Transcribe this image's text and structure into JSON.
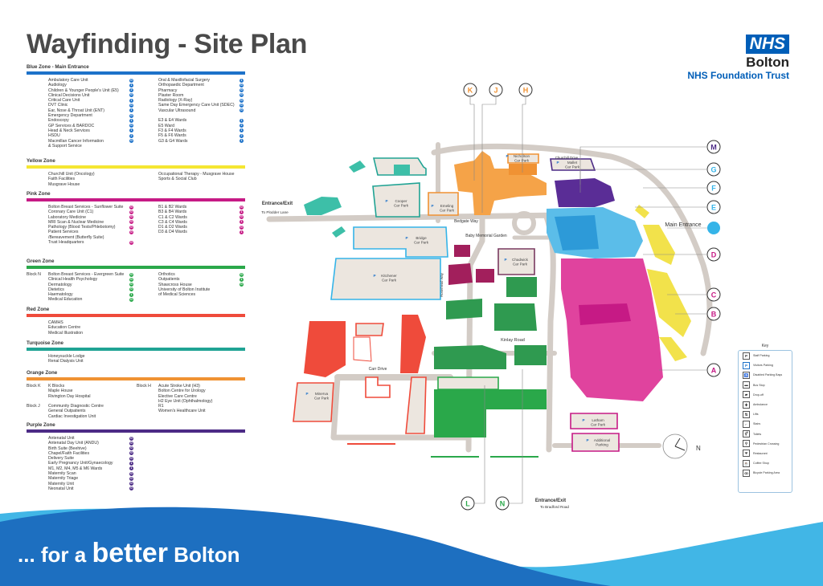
{
  "title": "Wayfinding - Site Plan",
  "logo": {
    "nhs": "NHS",
    "org": "Bolton",
    "trust": "NHS Foundation Trust"
  },
  "colors": {
    "blue": "#1d72c9",
    "yellow": "#f5e632",
    "pink": "#c61a85",
    "green": "#2aa84a",
    "red": "#ef4b3b",
    "turquoise": "#20a394",
    "orange": "#f09233",
    "purple": "#4c2b86",
    "cyan": "#35b4e8"
  },
  "zones": [
    {
      "key": "blue",
      "name": "Blue Zone - Main Entrance",
      "color": "#1d72c9",
      "col1": [
        {
          "t": "Ambulatory Care Unit",
          "f": "G"
        },
        {
          "t": "Audiology",
          "f": "1"
        },
        {
          "t": "Children & Younger People's Unit (E5)",
          "f": "2"
        },
        {
          "t": "Clinical Decisions Unit",
          "f": "G"
        },
        {
          "t": "Critical Care Unit",
          "f": "1"
        },
        {
          "t": "DVT Clinic",
          "f": "G"
        },
        {
          "t": "Ear, Nose & Throat Unit (ENT)",
          "f": "1"
        },
        {
          "t": "Emergency Department",
          "f": "G"
        },
        {
          "t": "Endoscopy",
          "f": "1"
        },
        {
          "t": "GP Services & BARDOC",
          "f": "G"
        },
        {
          "t": "Head & Neck Services",
          "f": "1"
        },
        {
          "t": "HSDU",
          "f": "2"
        },
        {
          "t": "Macmillan Cancer Information",
          "f": "G"
        },
        {
          "t": " & Support Service",
          "f": ""
        }
      ],
      "col2": [
        {
          "t": "Oral & Maxillofacial Surgery",
          "f": "1"
        },
        {
          "t": "Orthopaedic Department",
          "f": "G"
        },
        {
          "t": "Pharmacy",
          "f": "G"
        },
        {
          "t": "Plaster Room",
          "f": "G"
        },
        {
          "t": "Radiology (X-Ray)",
          "f": "G"
        },
        {
          "t": "Same Day Emergency Care Unit (SDEC)",
          "f": "G"
        },
        {
          "t": "Vascular Ultrasound",
          "f": "G"
        },
        {
          "t": "",
          "f": ""
        },
        {
          "t": "E3 & E4 Wards",
          "f": "1"
        },
        {
          "t": "E5 Ward",
          "f": "2"
        },
        {
          "t": "F3 & F4 Wards",
          "f": "1"
        },
        {
          "t": "F5 & F6 Wards",
          "f": "2"
        },
        {
          "t": "G3 & G4 Wards",
          "f": "1"
        }
      ]
    },
    {
      "key": "yellow",
      "name": "Yellow Zone",
      "color": "#f5e632",
      "col1": [
        {
          "t": "Churchill Unit (Oncology)",
          "f": ""
        },
        {
          "t": "Faith Facilities",
          "f": ""
        },
        {
          "t": "Musgrave House",
          "f": ""
        }
      ],
      "col2": [
        {
          "t": "Occupational Therapy - Musgrave House",
          "f": ""
        },
        {
          "t": "Sports & Social Club",
          "f": ""
        }
      ]
    },
    {
      "key": "pink",
      "name": "Pink Zone",
      "color": "#c61a85",
      "col1": [
        {
          "t": "Bolton Breast Services - Sunflower Suite",
          "f": "G"
        },
        {
          "t": "Coronary Care Unit (C1)",
          "f": "G"
        },
        {
          "t": "Laboratory Medicine",
          "f": "G"
        },
        {
          "t": "MRI Scan & Nuclear Medicine",
          "f": "G"
        },
        {
          "t": "Pathology (Blood Tests/Phlebotomy)",
          "f": "G"
        },
        {
          "t": "Patient Services",
          "f": "G"
        },
        {
          "t": " /Bereavement (Butterfly Suite)",
          "f": ""
        },
        {
          "t": "Trust Headquarters",
          "f": "G"
        }
      ],
      "col2": [
        {
          "t": "B1 & B2 Wards",
          "f": "G"
        },
        {
          "t": "B3 & B4 Wards",
          "f": "1"
        },
        {
          "t": "C1 & C2 Wards",
          "f": "G"
        },
        {
          "t": "C3 & C4 Wards",
          "f": "1"
        },
        {
          "t": "D1 & D2 Wards",
          "f": "G"
        },
        {
          "t": "D3 & D4 Wards",
          "f": "1"
        }
      ]
    },
    {
      "key": "green",
      "name": "Green Zone",
      "color": "#2aa84a",
      "col1": [
        {
          "b": "Block N",
          "t": "Bolton Breast Services - Evergreen Suite",
          "f": "G"
        },
        {
          "t": "Clinical Health Psychology",
          "f": "G"
        },
        {
          "t": "Dermatology",
          "f": "G"
        },
        {
          "t": "Dietetics",
          "f": "G"
        },
        {
          "t": "Haematology",
          "f": "1"
        },
        {
          "t": "Medical Education",
          "f": "G"
        }
      ],
      "col2": [
        {
          "t": "Orthotics",
          "f": "G"
        },
        {
          "t": "Outpatients",
          "f": "1"
        },
        {
          "t": "Shawcross House",
          "f": "G"
        },
        {
          "t": "University of Bolton Institute",
          "f": ""
        },
        {
          "t": " of Medical Sciences",
          "f": ""
        }
      ]
    },
    {
      "key": "red",
      "name": "Red Zone",
      "color": "#ef4b3b",
      "col1": [
        {
          "t": "CAMHS",
          "f": ""
        },
        {
          "t": "Education Centre",
          "f": ""
        },
        {
          "t": "Medical Illustration",
          "f": ""
        }
      ],
      "col2": []
    },
    {
      "key": "turquoise",
      "name": "Turquoise Zone",
      "color": "#20a394",
      "col1": [
        {
          "t": "Honeysuckle Lodge",
          "f": ""
        },
        {
          "t": "Renal Dialysis Unit",
          "f": ""
        }
      ],
      "col2": []
    },
    {
      "key": "orange",
      "name": "Orange Zone",
      "color": "#f09233",
      "col1": [
        {
          "b": "Block K",
          "t": "K Blocks",
          "f": ""
        },
        {
          "t": "Maple House",
          "f": ""
        },
        {
          "t": "Rivington Day Hospital",
          "f": ""
        },
        {
          "t": "",
          "f": ""
        },
        {
          "b": "Block J",
          "t": "Community Diagnostic Centre",
          "f": ""
        },
        {
          "t": "General Outpatients",
          "f": ""
        },
        {
          "t": "Cardiac Investigation Unit",
          "f": ""
        }
      ],
      "col2": [
        {
          "b": "Block H",
          "t": "Acute Stroke Unit (H3)",
          "f": ""
        },
        {
          "t": "Bolton Centre for Urology",
          "f": ""
        },
        {
          "t": "Elective Care Centre",
          "f": ""
        },
        {
          "t": "H2 Eye Unit (Ophthalmology)",
          "f": ""
        },
        {
          "t": "R1",
          "f": ""
        },
        {
          "t": "Women's Healthcare Unit",
          "f": ""
        }
      ]
    },
    {
      "key": "purple",
      "name": "Purple Zone",
      "color": "#4c2b86",
      "col1": [
        {
          "t": "Antenatal Unit",
          "f": "G"
        },
        {
          "t": "Antenatal Day Unit (ANDU)",
          "f": "G"
        },
        {
          "t": "Birth Suite (Beehive)",
          "f": "G"
        },
        {
          "t": "Chapel/Faith Facilities",
          "f": "G"
        },
        {
          "t": "Delivery Suite",
          "f": "G"
        },
        {
          "t": "Early Pregnancy Unit/Gynaecology",
          "f": "1"
        },
        {
          "t": "M1, M2, M4, M5 & M6 Wards",
          "f": "1"
        },
        {
          "t": "Maternity Scan",
          "f": "G"
        },
        {
          "t": "Maternity Triage",
          "f": "G"
        },
        {
          "t": "Maternity Unit",
          "f": "G"
        },
        {
          "t": "Neonatal Unit",
          "f": "G"
        }
      ],
      "col2": []
    }
  ],
  "map": {
    "entrance_west": {
      "title": "Entrance/Exit",
      "sub": "To Plodder Lane"
    },
    "entrance_south": {
      "title": "Entrance/Exit",
      "sub": "To Bradford Road"
    },
    "main_entrance": "Main Entrance",
    "roads": {
      "bedgate": "Bedgate Way",
      "churchill": "Churchill Drive",
      "carr": "Carr Drive",
      "kinlay": "Kinlay Road",
      "rosemead": "Rosemead Way"
    },
    "garden": "Baby Memorial Garden",
    "car_parks": {
      "cooper": [
        "Cooper",
        "Car Park"
      ],
      "emeline": [
        "Emeling",
        "Car Park"
      ],
      "nicholson": [
        "Nicholson",
        "Car Park"
      ],
      "mallet": [
        "Mallet",
        "Car Park"
      ],
      "bridge": [
        "Bridge",
        "Car Park"
      ],
      "kitchener": [
        "Kitchener",
        "Car Park"
      ],
      "chadwick": [
        "Chadwick",
        "Car Park"
      ],
      "minerva": [
        "Minerva",
        "Car Park"
      ],
      "latham": [
        "Latham",
        "Car Park"
      ],
      "additional": [
        "Additional",
        "Parking"
      ]
    },
    "parking_symbol": "P",
    "block_markers": [
      {
        "letter": "K",
        "zone": "orange"
      },
      {
        "letter": "J",
        "zone": "orange"
      },
      {
        "letter": "H",
        "zone": "orange"
      },
      {
        "letter": "M",
        "zone": "purple"
      },
      {
        "letter": "G",
        "zone": "cyan"
      },
      {
        "letter": "F",
        "zone": "cyan"
      },
      {
        "letter": "E",
        "zone": "cyan"
      },
      {
        "letter": "D",
        "zone": "pink"
      },
      {
        "letter": "C",
        "zone": "pink"
      },
      {
        "letter": "B",
        "zone": "pink"
      },
      {
        "letter": "A",
        "zone": "pink"
      },
      {
        "letter": "L",
        "zone": "green"
      },
      {
        "letter": "N",
        "zone": "green"
      }
    ],
    "compass": "N"
  },
  "key": {
    "title": "Key",
    "items": [
      {
        "label": "Staff Parking",
        "icon": "staff-parking-icon",
        "sym": "P"
      },
      {
        "label": "Visitors Parking",
        "icon": "visitor-parking-icon",
        "sym": "P"
      },
      {
        "label": "Disabled Parking Bays",
        "icon": "disabled-parking-icon",
        "sym": "♿"
      },
      {
        "label": "Bus Stop",
        "icon": "bus-stop-icon",
        "sym": "▬"
      },
      {
        "label": "Drop-off",
        "icon": "drop-off-icon",
        "sym": "▰"
      },
      {
        "label": "Ambulance",
        "icon": "ambulance-icon",
        "sym": "✚"
      },
      {
        "label": "Lifts",
        "icon": "lift-icon",
        "sym": "⇅"
      },
      {
        "label": "Stairs",
        "icon": "stairs-icon",
        "sym": "⌐"
      },
      {
        "label": "Toilets",
        "icon": "toilets-icon",
        "sym": "⚥"
      },
      {
        "label": "Pedestrian Crossing",
        "icon": "pedestrian-crossing-icon",
        "sym": "⚲"
      },
      {
        "label": "Restaurant",
        "icon": "restaurant-icon",
        "sym": "Ψ"
      },
      {
        "label": "Coffee Shop",
        "icon": "coffee-icon",
        "sym": "☕"
      },
      {
        "label": "Bicycle Parking Area",
        "icon": "bicycle-icon",
        "sym": "ꝏ"
      }
    ]
  },
  "tagline": {
    "pre": "... for a ",
    "big": "better",
    "post": " Bolton"
  }
}
